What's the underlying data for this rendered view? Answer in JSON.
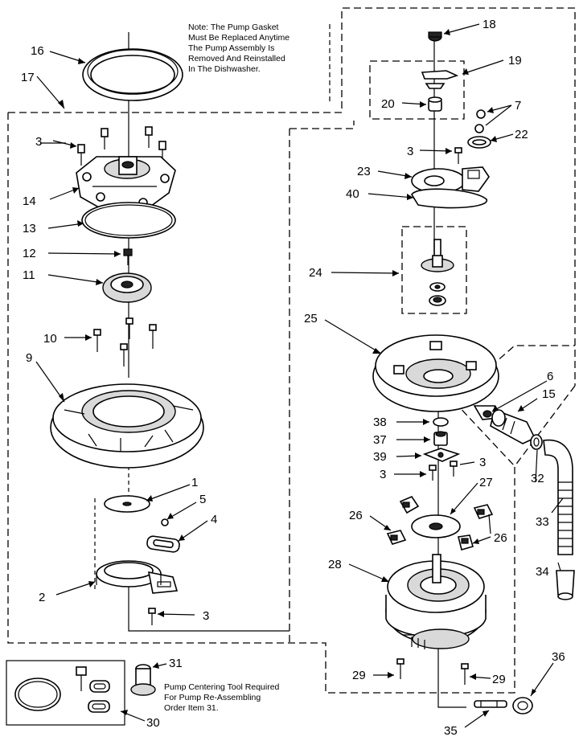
{
  "notes": {
    "gasket": [
      "Note: The Pump Gasket",
      "Must Be Replaced Anytime",
      "The Pump Assembly Is",
      "Removed And Reinstalled",
      "In The Dishwasher."
    ],
    "tool": [
      "Pump Centering Tool Required",
      "For Pump Re-Assembling",
      "Order Item 31."
    ]
  },
  "callouts": {
    "c1": "1",
    "c2": "2",
    "c3a": "3",
    "c3b": "3",
    "c3c": "3",
    "c3d": "3",
    "c3e": "3",
    "c4": "4",
    "c5": "5",
    "c6": "6",
    "c7": "7",
    "c9": "9",
    "c10": "10",
    "c11": "11",
    "c12": "12",
    "c13": "13",
    "c14": "14",
    "c15": "15",
    "c16": "16",
    "c17": "17",
    "c18": "18",
    "c19": "19",
    "c20": "20",
    "c22": "22",
    "c23": "23",
    "c24": "24",
    "c25": "25",
    "c26a": "26",
    "c26b": "26",
    "c27": "27",
    "c28": "28",
    "c29a": "29",
    "c29b": "29",
    "c30": "30",
    "c31": "31",
    "c32": "32",
    "c33": "33",
    "c34": "34",
    "c35": "35",
    "c36": "36",
    "c37": "37",
    "c38": "38",
    "c39": "39",
    "c40": "40"
  }
}
